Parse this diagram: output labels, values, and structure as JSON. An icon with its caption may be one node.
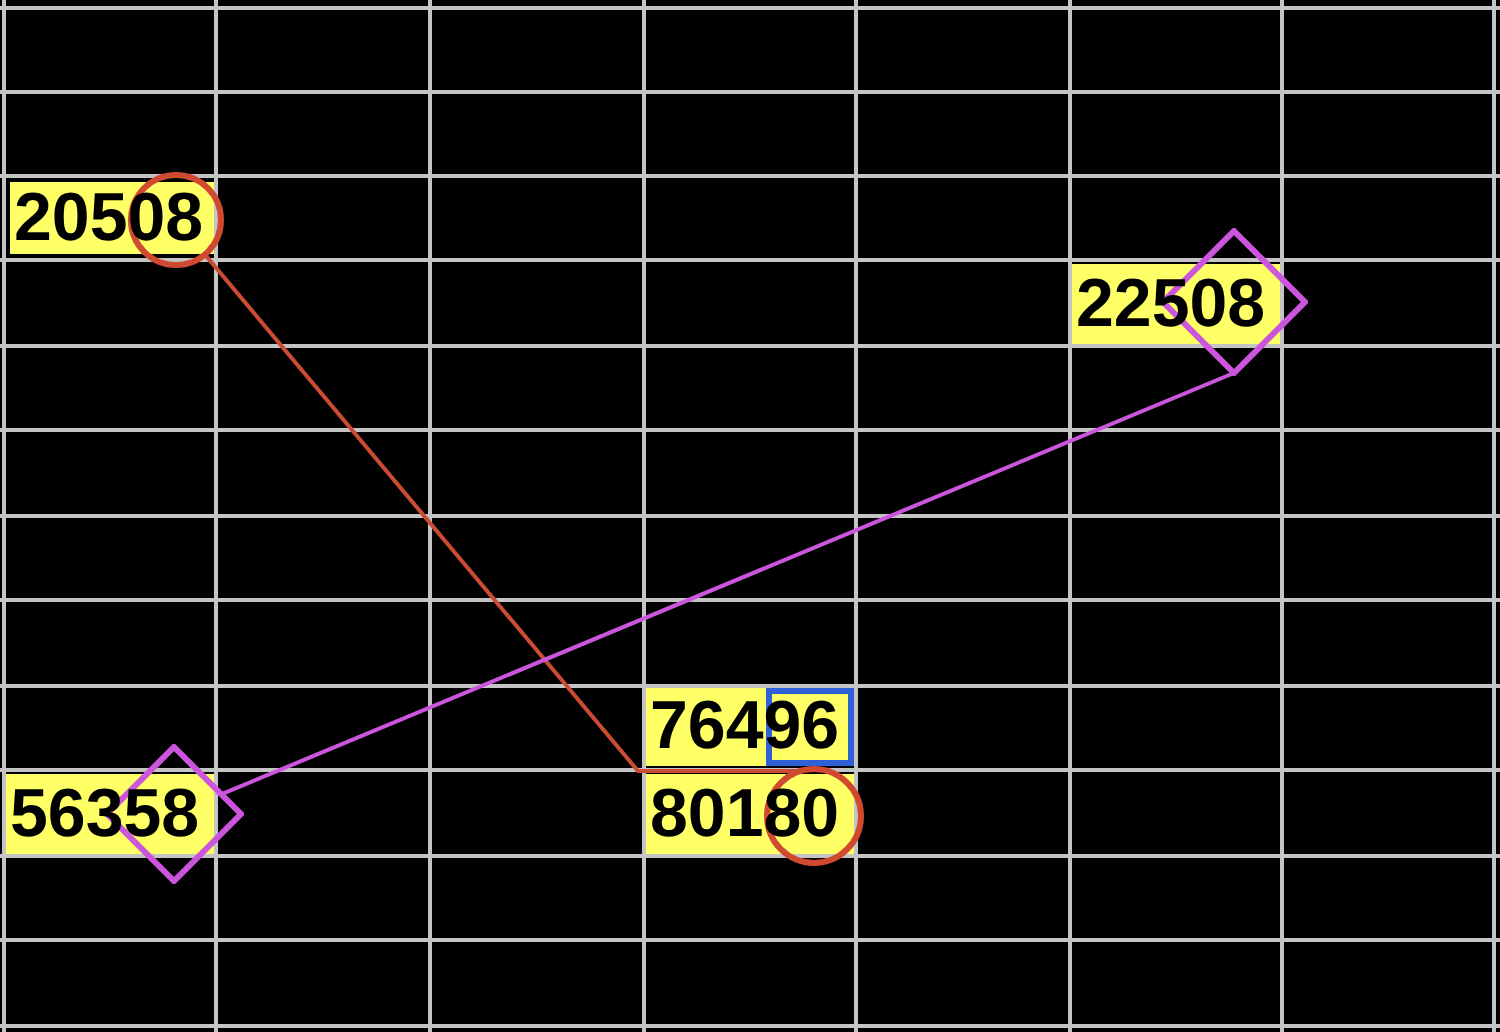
{
  "diagram": {
    "nodes": [
      {
        "text": [
          "20508"
        ]
      },
      {
        "text": [],
        "shape": "circle"
      },
      {
        "text": [
          "22508"
        ]
      },
      {
        "text": [],
        "shape": "diamond"
      },
      {
        "text": [
          "76496"
        ]
      },
      {
        "text": [],
        "shape": "box",
        "in": 4
      },
      {
        "text": [
          "56358"
        ]
      },
      {
        "text": [],
        "shape": "diamond"
      },
      {
        "text": [
          "80180"
        ]
      },
      {
        "text": [],
        "shape": "circle"
      }
    ],
    "edges": [
      {
        "from": 1,
        "to": 9,
        "arrow": "none",
        "color": "#cc4b33"
      },
      {
        "from": 3,
        "to": 7,
        "arrow": "none",
        "color": "#cc55dd"
      }
    ]
  }
}
